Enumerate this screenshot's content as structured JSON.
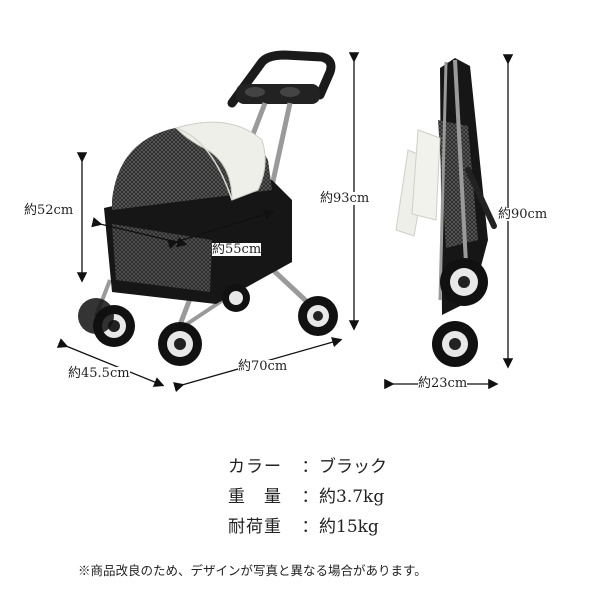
{
  "dimensions": {
    "height": "約52cm",
    "inner_width": "約55cm",
    "total_height": "約93cm",
    "width": "約45.5cm",
    "length": "約70cm",
    "folded_height": "約90cm",
    "folded_width": "約23cm"
  },
  "specs": [
    {
      "key": "カラー",
      "sep": "：",
      "value": "ブラック"
    },
    {
      "key": "重　量",
      "sep": "：",
      "value": "約3.7kg"
    },
    {
      "key": "耐荷重",
      "sep": "：",
      "value": "約15kg"
    }
  ],
  "note": "※商品改良のため、デザインが写真と異なる場合があります。",
  "colors": {
    "frame": "#1a1a1a",
    "canopy": "#efefe9",
    "mesh": "#3a3a3a",
    "arrow": "#111111"
  }
}
